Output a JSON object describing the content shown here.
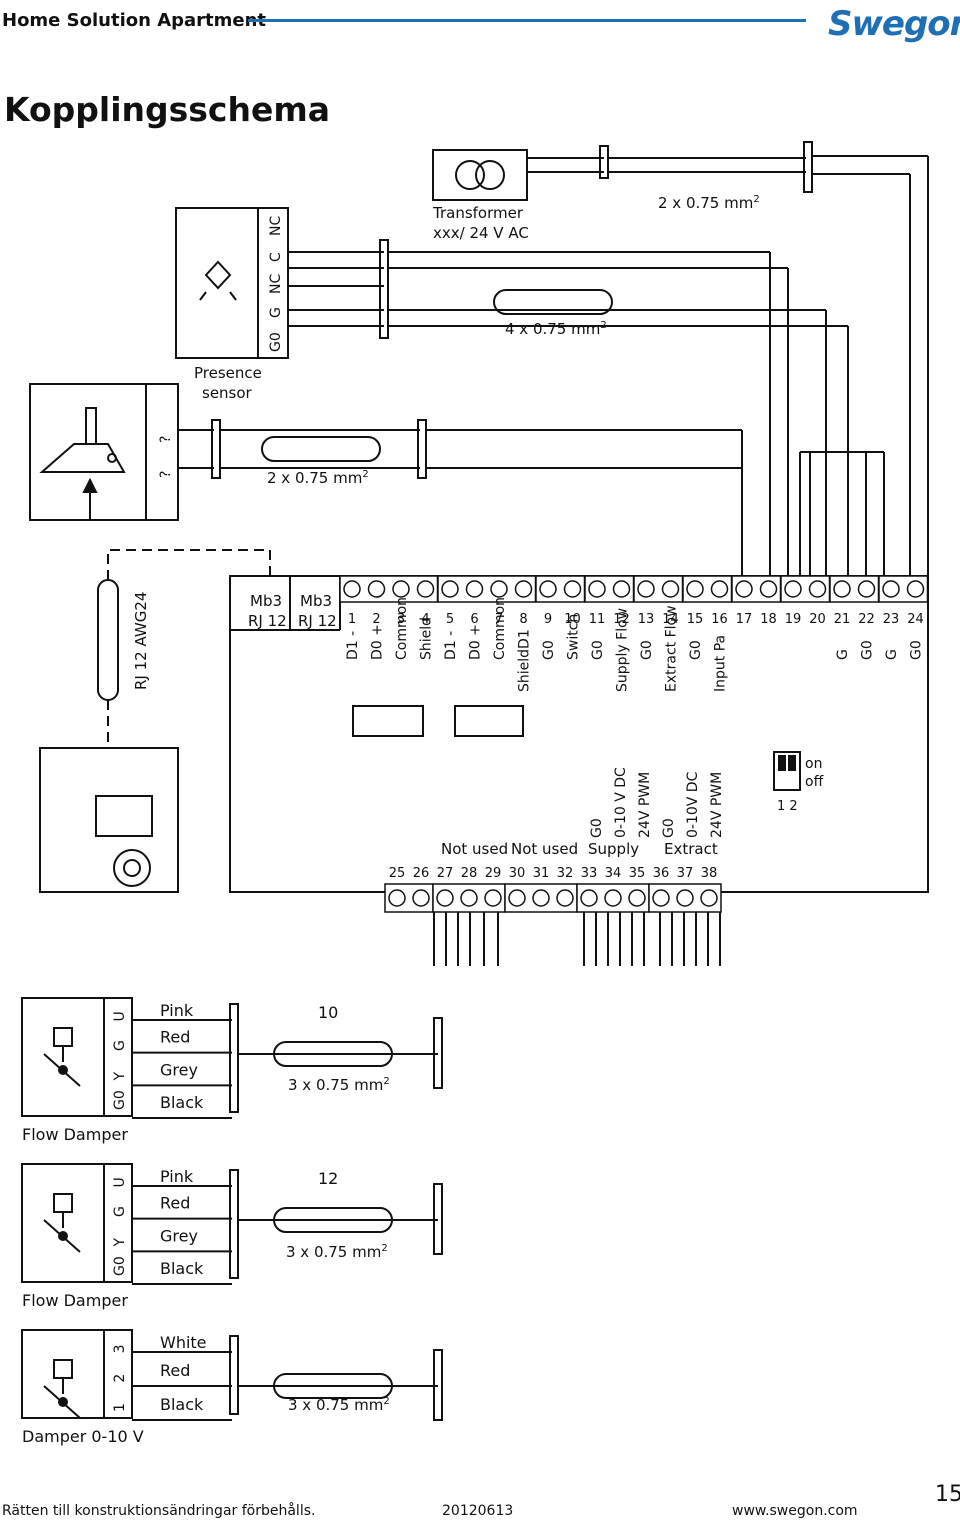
{
  "header": {
    "title": "Home Solution Apartment",
    "brand": "Swegon",
    "brand_mark": "®",
    "accent_color": "#1f6fb5"
  },
  "page_title": "Kopplingsschema",
  "transformer": {
    "line1": "Transformer",
    "line2": "xxx/ 24 V AC"
  },
  "cables": {
    "top_right": "2 x 0.75 mm",
    "middle": "4 x 0.75 mm",
    "presence": "2 x 0.75 mm",
    "damper1": "3 x 0.75 mm",
    "damper2": "3 x 0.75 mm",
    "damper3": "3 x 0.75 mm",
    "superscript": "2"
  },
  "presence_sensor": {
    "line1": "Presence",
    "line2": "sensor",
    "terminals": [
      "G0",
      "G",
      "NC",
      "C",
      "NC"
    ]
  },
  "unknown_terminals": [
    "?",
    "?"
  ],
  "rj": {
    "cable": "RJ 12 AWG24",
    "left_line1": "Mb3",
    "left_line2": "RJ 12",
    "right_line1": "Mb3",
    "right_line2": "RJ 12"
  },
  "top_terminals": {
    "numbers": [
      "1",
      "2",
      "3",
      "4",
      "5",
      "6",
      "7",
      "8",
      "9",
      "10",
      "11",
      "12",
      "13",
      "14",
      "15",
      "16",
      "17",
      "18",
      "19",
      "20",
      "21",
      "22",
      "23",
      "24"
    ],
    "labels": [
      "D1 -",
      "D0 +",
      "Common",
      "Shield",
      "D1 -",
      "D0 +",
      "Common",
      "ShieldD1",
      "G0",
      "Switch",
      "G0",
      "Supply Flow",
      "G0",
      "Extract Flow",
      "G0",
      "Input Pa",
      "G",
      "G0",
      "G",
      "G0"
    ]
  },
  "bottom_terminals": {
    "numbers": [
      "25",
      "26",
      "27",
      "28",
      "29",
      "30",
      "31",
      "32",
      "33",
      "34",
      "35",
      "36",
      "37",
      "38"
    ],
    "not_used_1": "Not used",
    "not_used_2": "Not used",
    "supply": "Supply",
    "extract": "Extract",
    "supply_labels": [
      "G0",
      "0-10 V DC",
      "24V PWM"
    ],
    "extract_labels": [
      "G0",
      "0-10V DC",
      "24V PWM"
    ]
  },
  "dip_switch": {
    "on": "on",
    "off": "off",
    "numbers": "1 2"
  },
  "dampers": [
    {
      "name": "Flow Damper",
      "terminals": [
        "G0",
        "Y",
        "G",
        "U"
      ],
      "wires": [
        "Pink",
        "Red",
        "Grey",
        "Black"
      ],
      "wire_count": "10"
    },
    {
      "name": "Flow Damper",
      "terminals": [
        "G0",
        "Y",
        "G",
        "U"
      ],
      "wires": [
        "Pink",
        "Red",
        "Grey",
        "Black"
      ],
      "wire_count": "12"
    },
    {
      "name": "Damper 0-10 V",
      "terminals": [
        "1",
        "2",
        "3"
      ],
      "wires": [
        "White",
        "Red",
        "Black"
      ]
    }
  ],
  "footer": {
    "disclaimer": "Rätten till konstruktionsändringar förbehålls.",
    "date": "20120613",
    "url": "www.swegon.com",
    "page_number": "15"
  }
}
